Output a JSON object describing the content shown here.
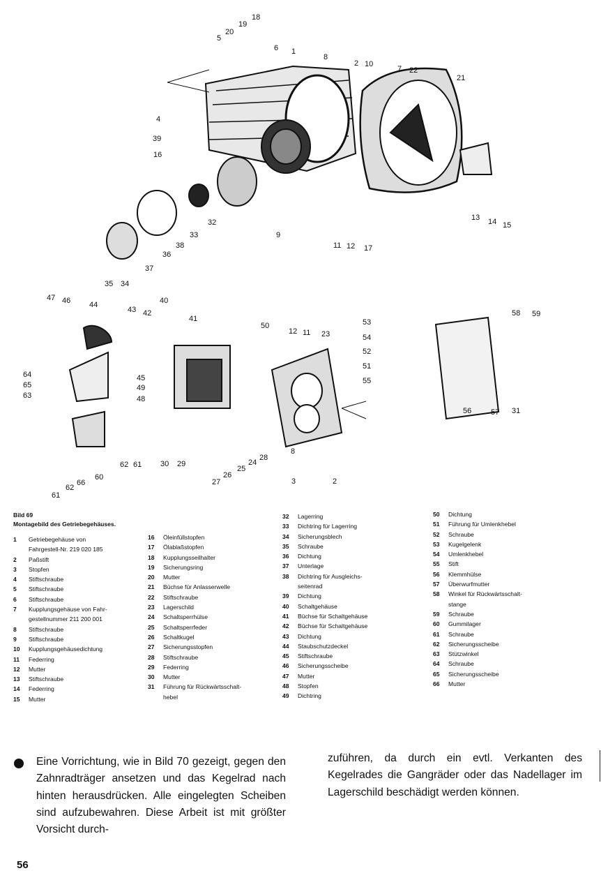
{
  "figure": {
    "label": "Bild 69",
    "title": "Montagebild des Getriebegehäuses.",
    "callouts": [
      "1",
      "2",
      "3",
      "4",
      "5",
      "6",
      "7",
      "8",
      "9",
      "10",
      "11",
      "12",
      "13",
      "14",
      "15",
      "16",
      "17",
      "18",
      "19",
      "20",
      "21",
      "22",
      "23",
      "24",
      "25",
      "26",
      "27",
      "28",
      "29",
      "30",
      "31",
      "32",
      "33",
      "34",
      "35",
      "36",
      "37",
      "38",
      "39",
      "40",
      "41",
      "42",
      "43",
      "44",
      "45",
      "46",
      "47",
      "48",
      "49",
      "50",
      "51",
      "52",
      "53",
      "54",
      "55",
      "56",
      "57",
      "58",
      "59",
      "60",
      "61",
      "62",
      "63",
      "64",
      "65",
      "66"
    ]
  },
  "legend": {
    "col1": [
      {
        "num": "1",
        "label": "Getriebegehäuse von\nFahrgestell-Nr. 219 020 185"
      },
      {
        "num": "2",
        "label": "Paßstift"
      },
      {
        "num": "3",
        "label": "Stopfen"
      },
      {
        "num": "4",
        "label": "Stiftschraube"
      },
      {
        "num": "5",
        "label": "Stiftschraube"
      },
      {
        "num": "6",
        "label": "Stiftschraube"
      },
      {
        "num": "7",
        "label": "Kupplungsgehäuse von Fahr-\ngestellnummer 211 200 001"
      },
      {
        "num": "8",
        "label": "Stiftschraube"
      },
      {
        "num": "9",
        "label": "Stiftschraube"
      },
      {
        "num": "10",
        "label": "Kupplungsgehäusedichtung"
      },
      {
        "num": "11",
        "label": "Federring"
      },
      {
        "num": "12",
        "label": "Mutter"
      },
      {
        "num": "13",
        "label": "Stiftschraube"
      },
      {
        "num": "14",
        "label": "Federring"
      },
      {
        "num": "15",
        "label": "Mutter"
      }
    ],
    "col2": [
      {
        "num": "16",
        "label": "Öleinfüllstopfen"
      },
      {
        "num": "17",
        "label": "Ölablaßstopfen"
      },
      {
        "num": "18",
        "label": "Kupplungsseilhalter"
      },
      {
        "num": "19",
        "label": "Sicherungsring"
      },
      {
        "num": "20",
        "label": "Mutter"
      },
      {
        "num": "21",
        "label": "Büchse für Anlasserwelle"
      },
      {
        "num": "22",
        "label": "Stiftschraube"
      },
      {
        "num": "23",
        "label": "Lagerschild"
      },
      {
        "num": "24",
        "label": "Schaltsperrhülse"
      },
      {
        "num": "25",
        "label": "Schaltsperrfeder"
      },
      {
        "num": "26",
        "label": "Schaltkugel"
      },
      {
        "num": "27",
        "label": "Sicherungsstopfen"
      },
      {
        "num": "28",
        "label": "Stiftschraube"
      },
      {
        "num": "29",
        "label": "Federring"
      },
      {
        "num": "30",
        "label": "Mutter"
      },
      {
        "num": "31",
        "label": "Führung für Rückwärtsschalt-\nhebel"
      }
    ],
    "col3": [
      {
        "num": "32",
        "label": "Lagerring"
      },
      {
        "num": "33",
        "label": "Dichtring für Lagerring"
      },
      {
        "num": "34",
        "label": "Sicherungsblech"
      },
      {
        "num": "35",
        "label": "Schraube"
      },
      {
        "num": "36",
        "label": "Dichtung"
      },
      {
        "num": "37",
        "label": "Unterlage"
      },
      {
        "num": "38",
        "label": "Dichtring für Ausgleichs-\nseitenrad"
      },
      {
        "num": "39",
        "label": "Dichtung"
      },
      {
        "num": "40",
        "label": "Schaltgehäuse"
      },
      {
        "num": "41",
        "label": "Büchse für Schaltgehäuse"
      },
      {
        "num": "42",
        "label": "Büchse für Schaltgehäuse"
      },
      {
        "num": "43",
        "label": "Dichtung"
      },
      {
        "num": "44",
        "label": "Staubschutzdeckel"
      },
      {
        "num": "45",
        "label": "Stiftschraube"
      },
      {
        "num": "46",
        "label": "Sicherungsscheibe"
      },
      {
        "num": "47",
        "label": "Mutter"
      },
      {
        "num": "48",
        "label": "Stopfen"
      },
      {
        "num": "49",
        "label": "Dichtring"
      }
    ],
    "col4": [
      {
        "num": "50",
        "label": "Dichtung"
      },
      {
        "num": "51",
        "label": "Führung für Umlenkhebel"
      },
      {
        "num": "52",
        "label": "Schraube"
      },
      {
        "num": "53",
        "label": "Kugelgelenk"
      },
      {
        "num": "54",
        "label": "Umlenkhebel"
      },
      {
        "num": "55",
        "label": "Stift"
      },
      {
        "num": "56",
        "label": "Klemmhülse"
      },
      {
        "num": "57",
        "label": "Überwurfmutter"
      },
      {
        "num": "58",
        "label": "Winkel für Rückwärtsschalt-\nstange"
      },
      {
        "num": "59",
        "label": "Schraube"
      },
      {
        "num": "60",
        "label": "Gummilager"
      },
      {
        "num": "61",
        "label": "Schraube"
      },
      {
        "num": "62",
        "label": "Sicherungsscheibe"
      },
      {
        "num": "63",
        "label": "Stützwinkel"
      },
      {
        "num": "64",
        "label": "Schraube"
      },
      {
        "num": "65",
        "label": "Sicherungsscheibe"
      },
      {
        "num": "66",
        "label": "Mutter"
      }
    ]
  },
  "body": {
    "left": "Eine Vorrichtung, wie in Bild 70 gezeigt, gegen den Zahnradträger ansetzen und das Kegelrad nach hinten herausdrücken. Alle eingelegten Scheiben sind aufzubewahren. Diese Arbeit ist mit größter Vorsicht durch-",
    "right": "zuführen, da durch ein evtl. Verkanten des Kegelrades die Gangräder oder das Nadellager im Lagerschild beschädigt werden können."
  },
  "page_number": "56",
  "colors": {
    "ink": "#111111",
    "paper": "#ffffff"
  }
}
